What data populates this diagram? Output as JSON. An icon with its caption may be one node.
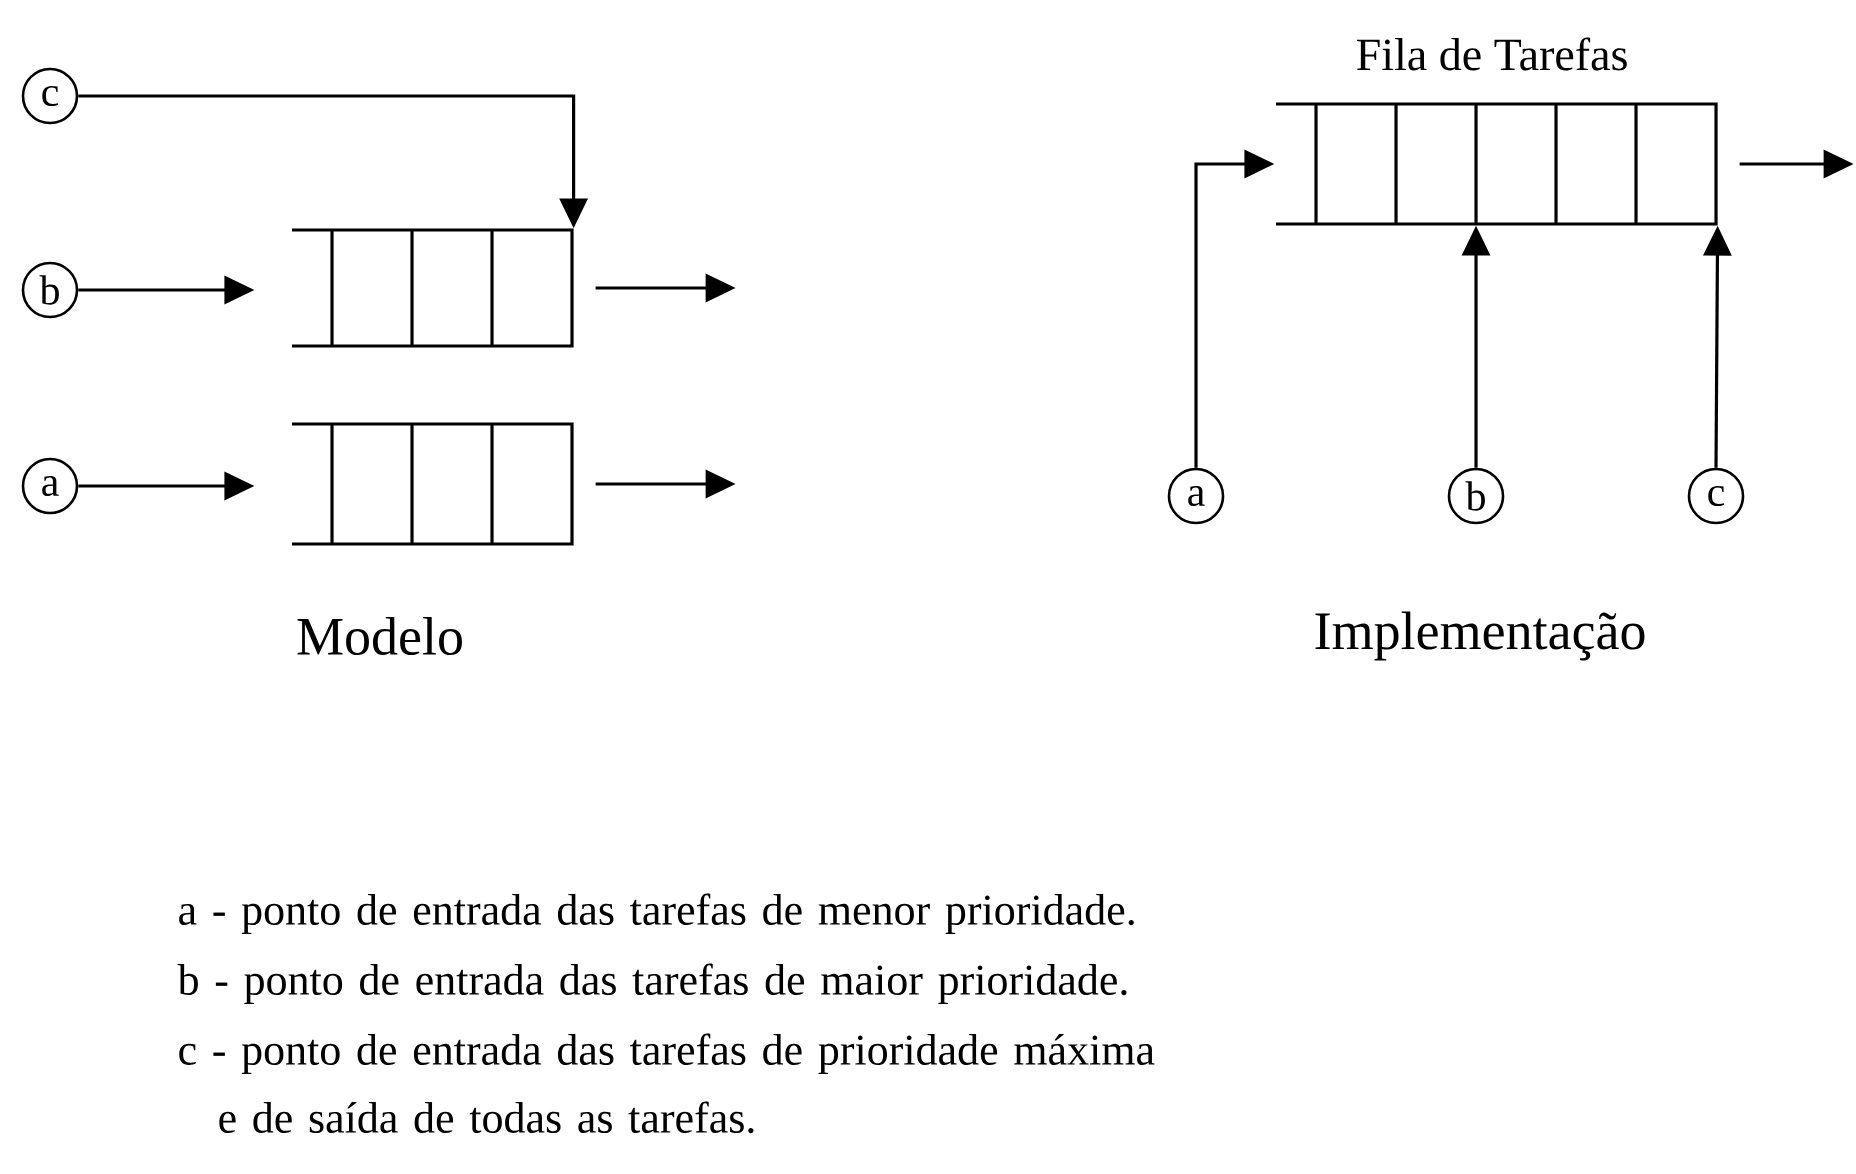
{
  "diagram": {
    "nodes": [
      {
        "text": [
          "c"
        ]
      },
      {
        "text": [
          "b"
        ]
      },
      {
        "text": [],
        "shape": "queue"
      },
      {
        "text": [
          "a"
        ]
      },
      {
        "text": [],
        "shape": "queue"
      },
      {
        "text": [
          "Fila de Tarefas"
        ]
      },
      {
        "text": [
          "a"
        ]
      },
      {
        "text": [
          "b"
        ]
      },
      {
        "text": [
          "c"
        ]
      }
    ],
    "edges": [
      {
        "from": 0,
        "to": 2,
        "arrow": "to"
      },
      {
        "from": 1,
        "to": 2,
        "arrow": "to"
      },
      {
        "from": 2,
        "to": null,
        "arrow": "to"
      },
      {
        "from": 3,
        "to": 4,
        "arrow": "to"
      },
      {
        "from": 4,
        "to": null,
        "arrow": "to"
      },
      {
        "from": 6,
        "to": 5,
        "arrow": "to"
      },
      {
        "from": 7,
        "to": 5,
        "arrow": "to"
      },
      {
        "from": 8,
        "to": 5,
        "arrow": "to"
      },
      {
        "from": 5,
        "to": null,
        "arrow": "to"
      }
    ],
    "labels": [
      "Modelo",
      "Implementação",
      "a - ponto de entrada das tarefas de menor prioridade.",
      "b - ponto de entrada das tarefas de maior prioridade.",
      "c - ponto de entrada das tarefas de prioridade máxima e de saída de todas as tarefas."
    ]
  }
}
